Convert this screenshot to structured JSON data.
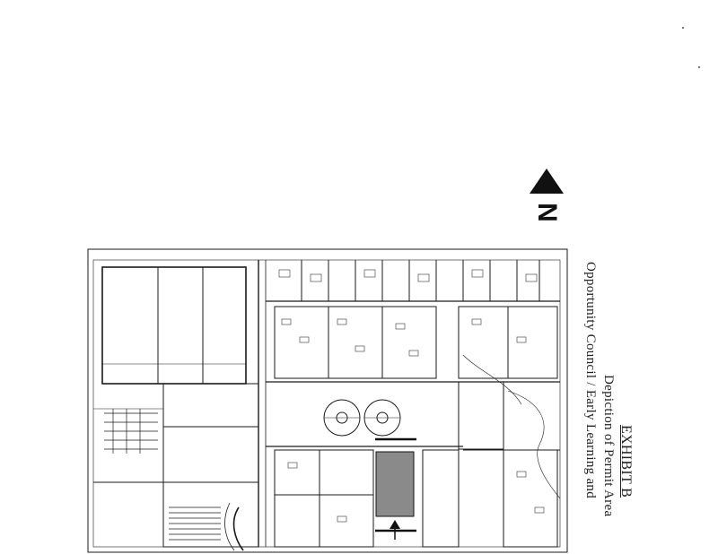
{
  "exhibit_title": "EXHIBIT B",
  "caption_line_1": "Depiction of Permit Area",
  "caption_line_2": "Opportunity Council / Early Learning and",
  "north_label": "N",
  "colors": {
    "ink": "#1a1a1a",
    "permit_area_fill": "#8a8a8a",
    "paper": "#ffffff"
  }
}
